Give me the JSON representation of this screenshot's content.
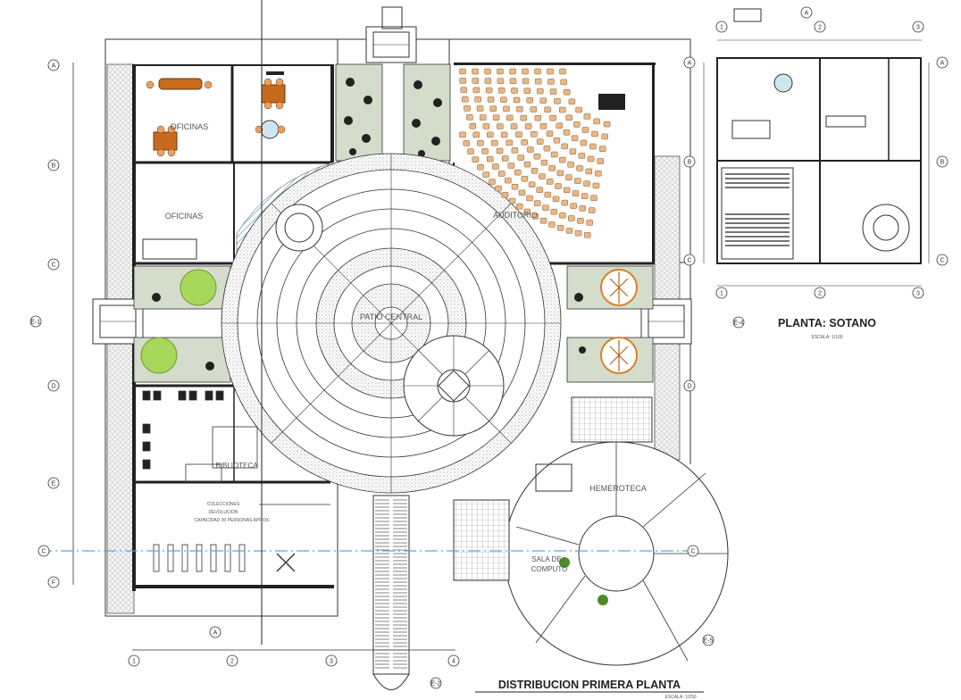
{
  "rooms": {
    "oficinas_1": "OFICINAS",
    "oficinas_2": "OFICINAS",
    "auditorio": "AUDITORIO",
    "patio_central": "PATIO CENTRAL",
    "hemeroteca": "HEMEROTECA",
    "sala_computo_1": "SALA DE",
    "sala_computo_2": "COMPUTO",
    "biblioteca": "BIBLIOTECA",
    "colecciones_1": "COLECCIONES",
    "colecciones_2": "DEVOLUCION",
    "colecciones_3": "CAPACIDAD 30 PERSONAS APROX."
  },
  "titles": {
    "main": "DISTRIBUCION PRIMERA PLANTA",
    "main_scale": "ESCALA: 1/250",
    "basement": "PLANTA: SOTANO",
    "basement_scale": "ESCALA: 1/100"
  },
  "grid": {
    "rows": [
      "A",
      "B",
      "C",
      "D",
      "E",
      "F"
    ],
    "cols": [
      "1",
      "2",
      "3",
      "4"
    ],
    "basement_rows": [
      "A",
      "B",
      "C",
      "D"
    ],
    "basement_cols": [
      "1",
      "2",
      "3"
    ],
    "section_marks": [
      "A",
      "A",
      "C",
      "C",
      "E-1",
      "E-2",
      "E-4",
      "E-5"
    ]
  },
  "colors": {
    "line": "#333333",
    "hatch_blue": "#7fb3c6",
    "garden": "#d4dccb",
    "tree_green": "#a8d85a",
    "tree_orange": "#d9802a",
    "chair": "#d9a066",
    "table": "#c86a1e",
    "axis": "#5aa8e0"
  }
}
